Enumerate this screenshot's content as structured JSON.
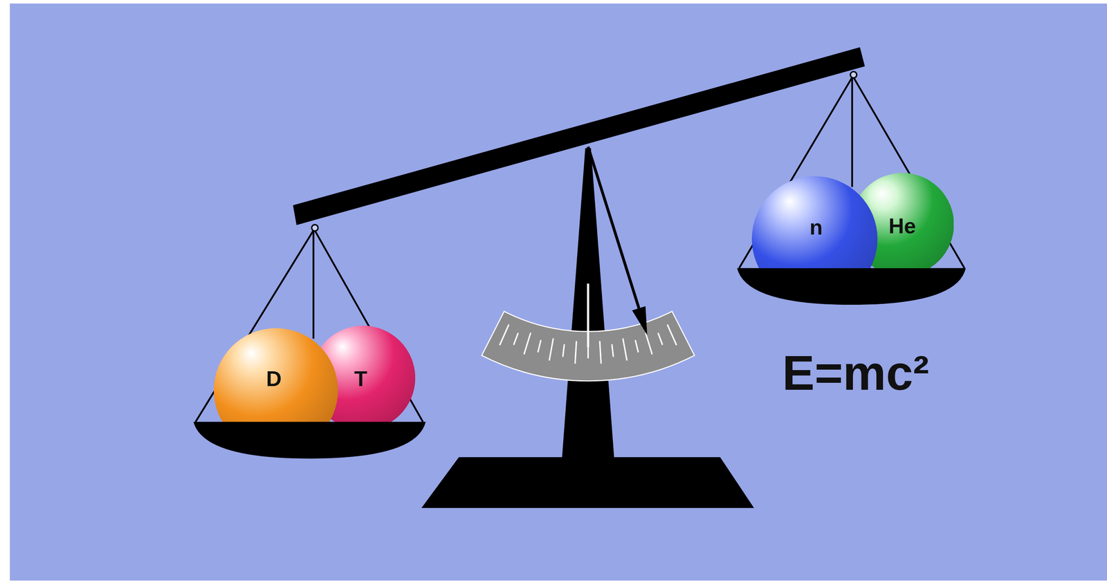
{
  "diagram": {
    "nodes": [
      {
        "text": [
          "D"
        ]
      },
      {
        "text": [
          "T"
        ]
      },
      {
        "text": [
          "n"
        ]
      },
      {
        "text": [
          "He"
        ]
      }
    ],
    "labels": [
      "E=mc²"
    ]
  }
}
